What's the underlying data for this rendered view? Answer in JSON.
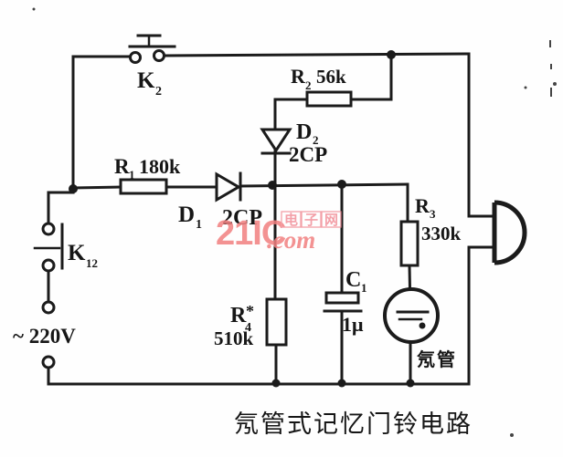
{
  "figure": {
    "caption": "氖管式记忆门铃电路"
  },
  "components": {
    "k2": {
      "name": "K",
      "sub": "2"
    },
    "k12": {
      "name": "K",
      "sub": "12"
    },
    "r1": {
      "name": "R",
      "sub": "1",
      "value": "180k"
    },
    "r2": {
      "name": "R",
      "sub": "2",
      "value": "56k"
    },
    "r3": {
      "name": "R",
      "sub": "3",
      "value": "330k"
    },
    "r4": {
      "name": "R",
      "sub": "4",
      "star": "*",
      "value": "510k"
    },
    "c1": {
      "name": "C",
      "sub": "1",
      "value": "1μ"
    },
    "d1": {
      "name": "D",
      "sub": "1",
      "model": "2CP"
    },
    "d2": {
      "name": "D",
      "sub": "2",
      "model": "2CP"
    },
    "neon": {
      "label": "氖管"
    },
    "source": {
      "label": "~ 220V"
    }
  },
  "watermark": {
    "brand": "21IC",
    "dot_com": ".com",
    "site_cn": "电子网"
  },
  "colors": {
    "ink": "#1b1b1b",
    "watermark_pink": "#f28080",
    "watermark_cn_pink": "#f2909a"
  }
}
